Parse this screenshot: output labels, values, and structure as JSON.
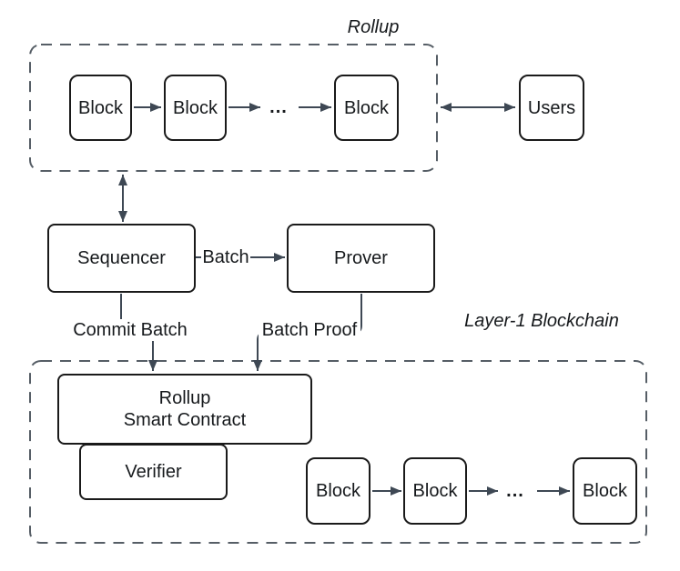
{
  "rollup": {
    "label": "Rollup",
    "blocks": [
      "Block",
      "Block",
      "Block"
    ],
    "ellipsis": "..."
  },
  "users": {
    "label": "Users"
  },
  "sequencer": {
    "label": "Sequencer"
  },
  "prover": {
    "label": "Prover"
  },
  "edges": {
    "batch": "Batch",
    "commit_batch": "Commit Batch",
    "batch_proof": "Batch Proof"
  },
  "layer1": {
    "label": "Layer-1 Blockchain",
    "smart_contract": {
      "line1": "Rollup",
      "line2": "Smart Contract"
    },
    "verifier": {
      "label": "Verifier"
    },
    "blocks": [
      "Block",
      "Block",
      "Block"
    ],
    "ellipsis": "..."
  },
  "colors": {
    "box_border": "#1a1a1a",
    "edge_stroke": "#3e4854",
    "group_outline": "#565e66",
    "text": "#16191c",
    "background": "#ffffff"
  }
}
